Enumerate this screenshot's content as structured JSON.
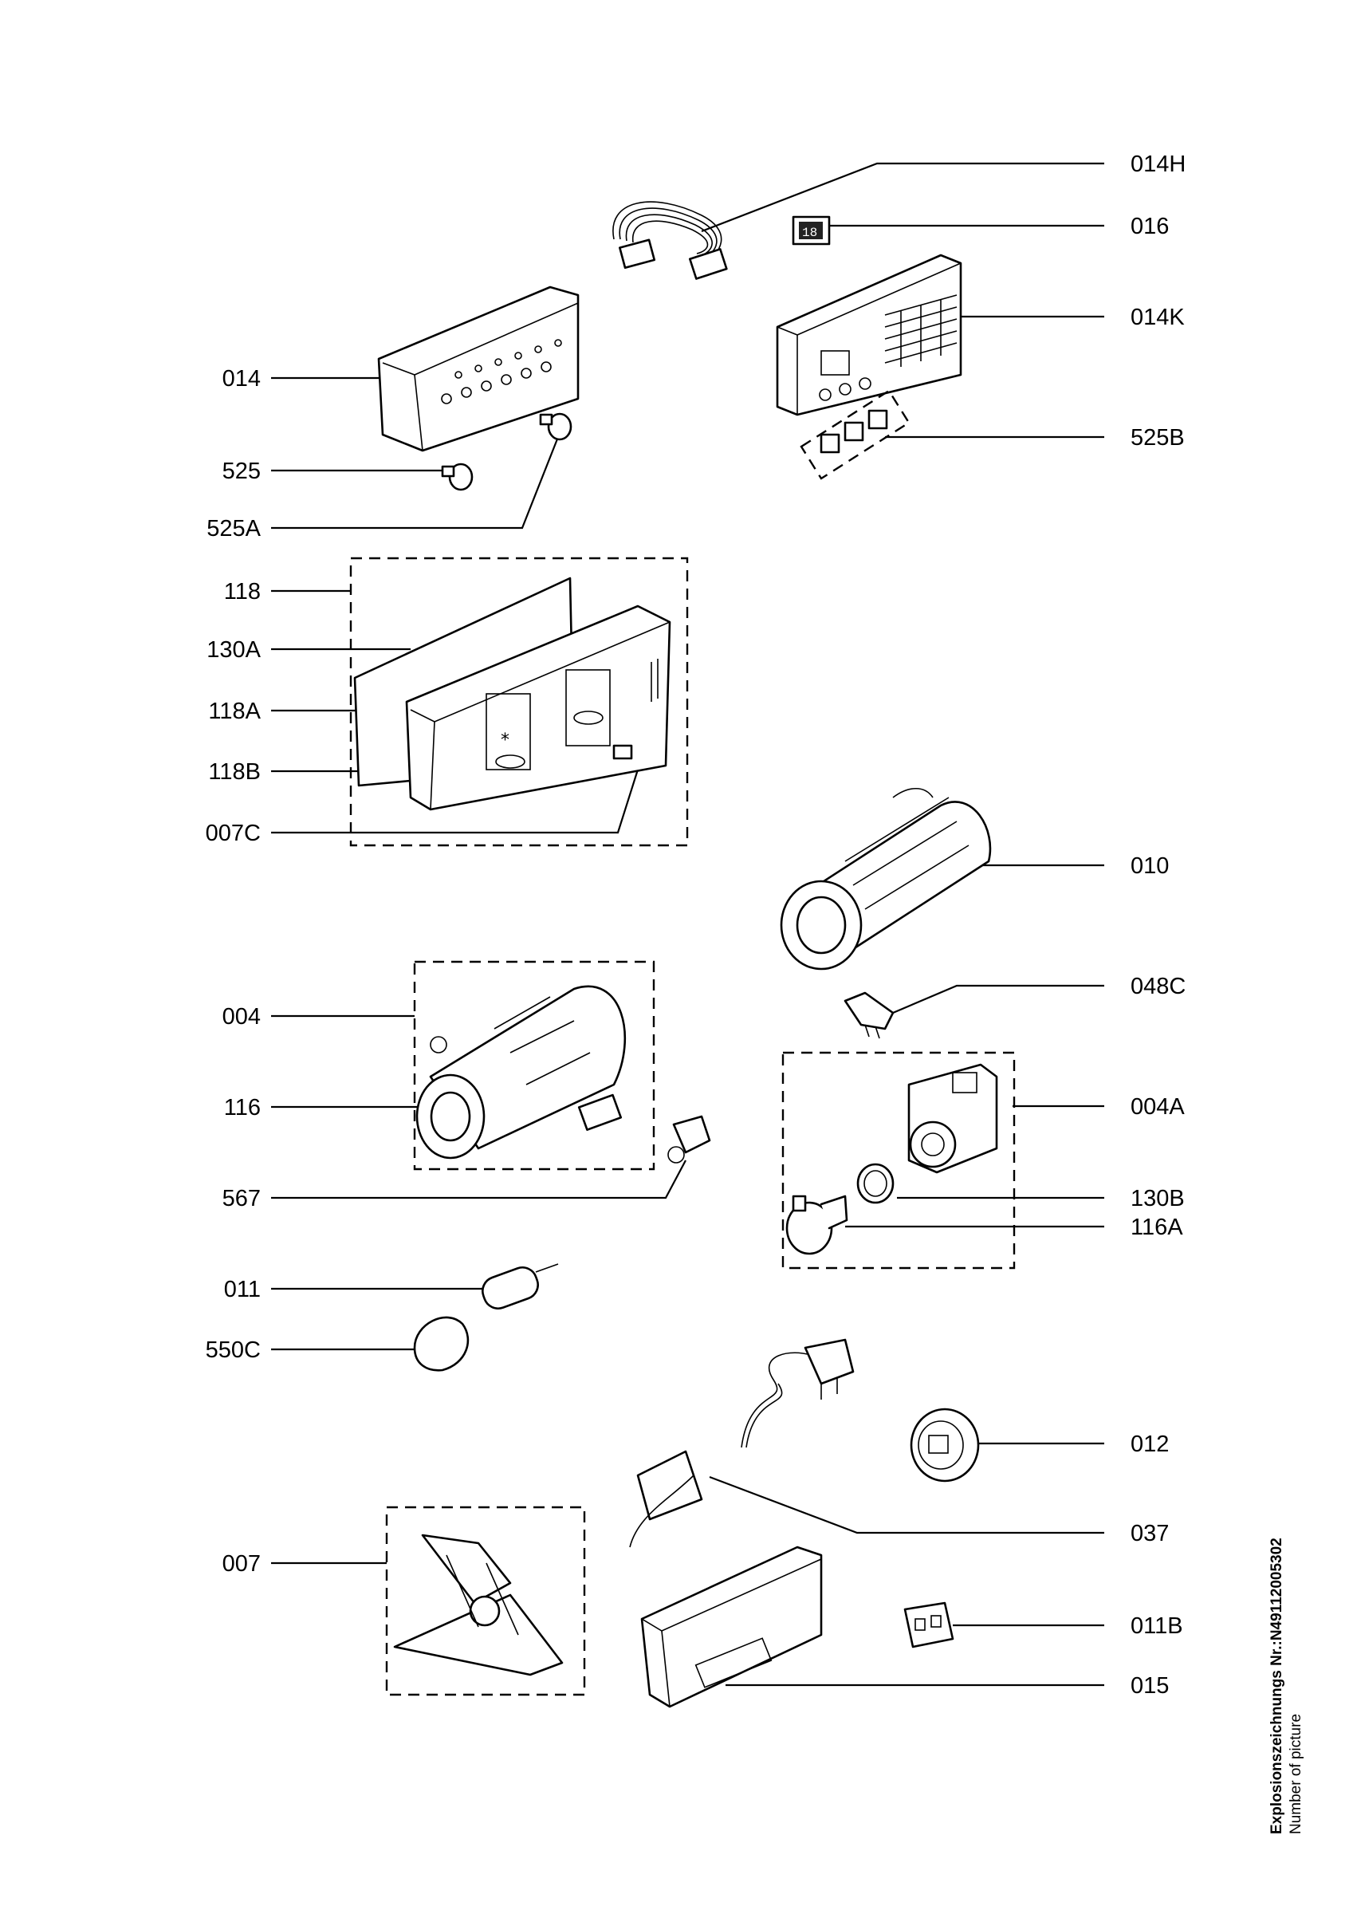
{
  "parts": {
    "p014H": "014H",
    "p016": "016",
    "p014K": "014K",
    "p525B": "525B",
    "p014": "014",
    "p525": "525",
    "p525A": "525A",
    "p118": "118",
    "p130A": "130A",
    "p118A": "118A",
    "p118B": "118B",
    "p007C": "007C",
    "p010": "010",
    "p048C": "048C",
    "p004": "004",
    "p116": "116",
    "p004A": "004A",
    "p567": "567",
    "p130B": "130B",
    "p116A": "116A",
    "p011": "011",
    "p550C": "550C",
    "p012": "012",
    "p037": "037",
    "p007": "007",
    "p011B": "011B",
    "p015": "015"
  },
  "sidenote": {
    "line1": "Explosionszeichnungs Nr.:N49112005302",
    "line2": "Number of picture"
  }
}
